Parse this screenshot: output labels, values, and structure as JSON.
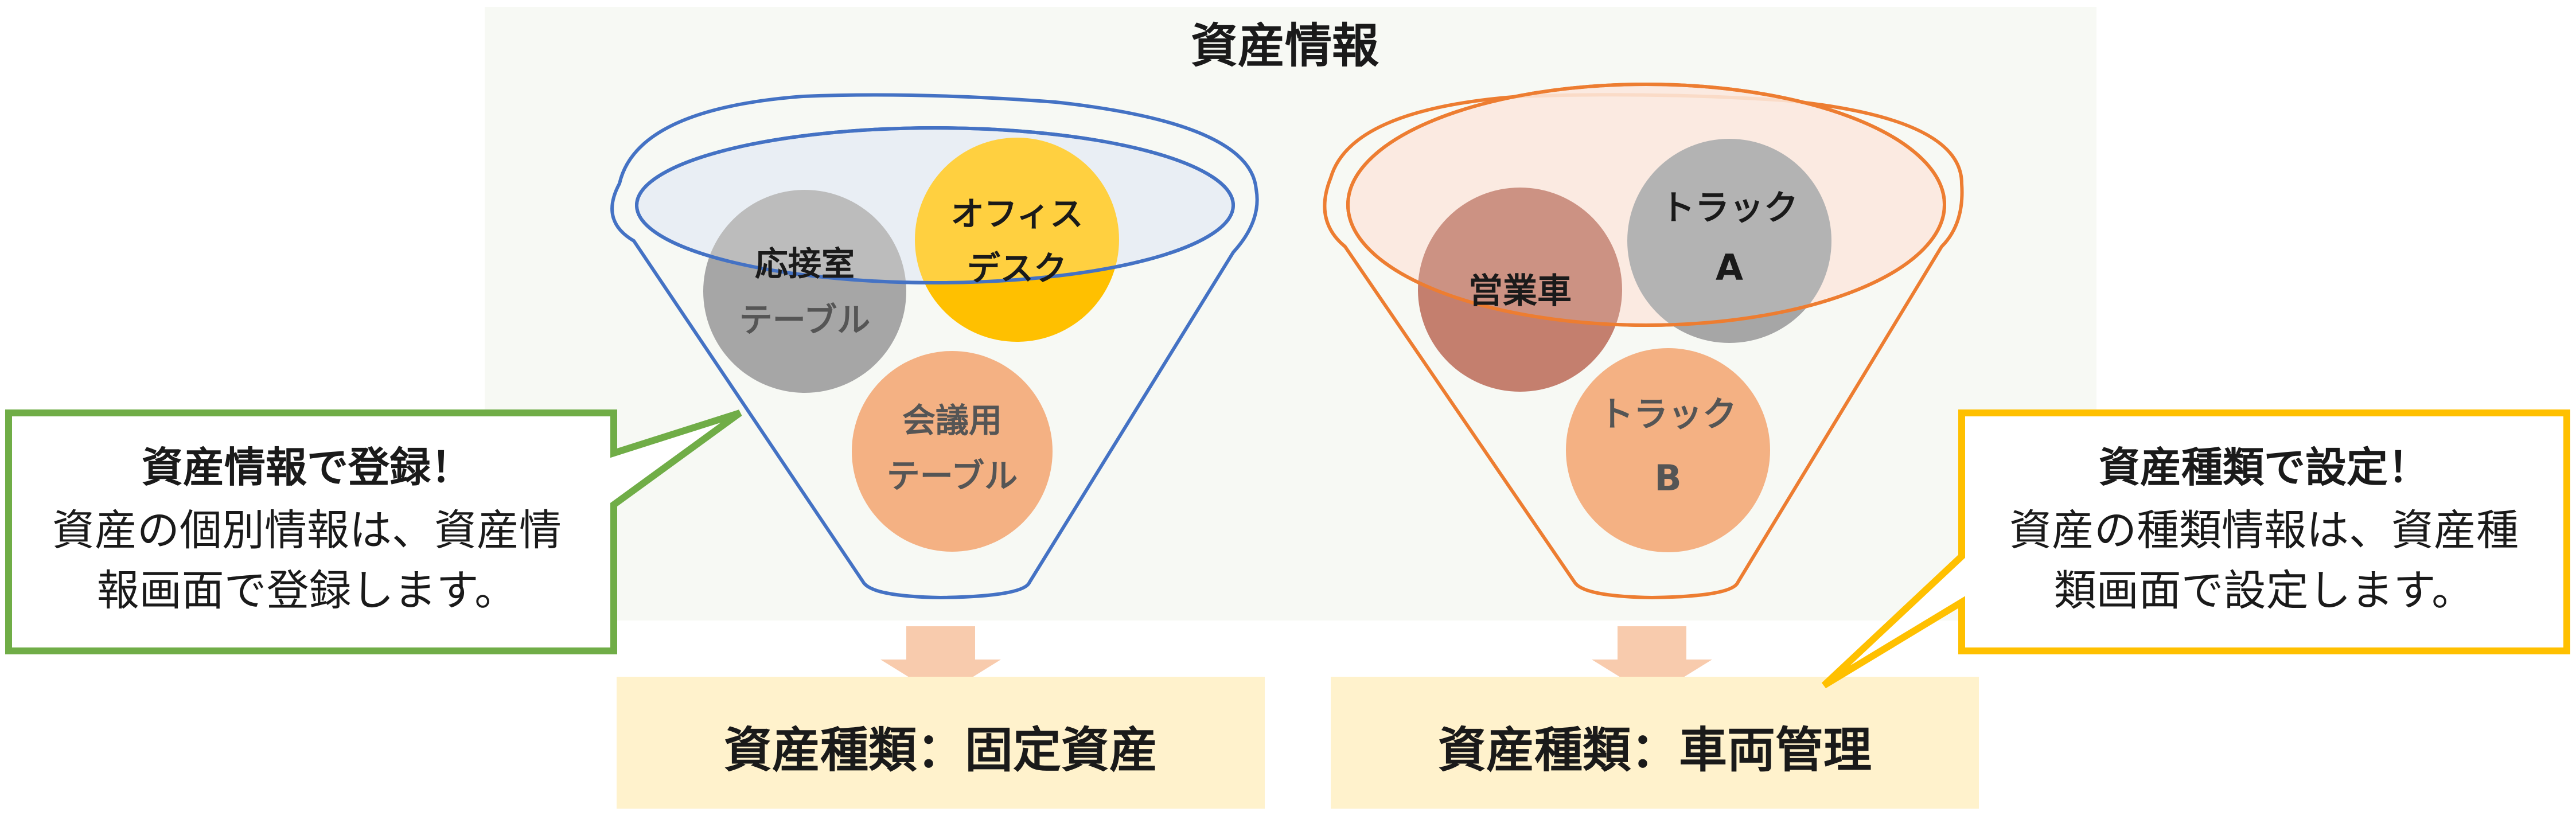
{
  "title": "資産情報",
  "colors": {
    "panel_bg": "#F7F9F4",
    "blue": "#4472C4",
    "blue_fill": "#DEE6F0",
    "orange": "#ED7D31",
    "orange_fill": "#FBE4D7",
    "gray_circle": "#A6A6A6",
    "gold_circle": "#FFC000",
    "peach_circle": "#F4B183",
    "brown_circle": "#C47F6E",
    "green": "#70AD47",
    "yellow": "#FFC000",
    "arrow": "#F8CBAD",
    "result_bg": "#FFF2CC"
  },
  "left_funnel": {
    "items": [
      {
        "line1": "応接室",
        "line2": "テーブル"
      },
      {
        "line1": "オフィス",
        "line2": "デスク"
      },
      {
        "line1": "会議用",
        "line2": "テーブル"
      }
    ],
    "result": "資産種類：固定資産"
  },
  "right_funnel": {
    "items": [
      {
        "line1": "営業車"
      },
      {
        "line1": "トラック",
        "line2": "A"
      },
      {
        "line1": "トラック",
        "line2": "B"
      }
    ],
    "result": "資産種類：車両管理"
  },
  "callout_left": {
    "heading": "資産情報で登録！",
    "line1": "資産の個別情報は、資産情",
    "line2": "報画面で登録します。"
  },
  "callout_right": {
    "heading": "資産種類で設定！",
    "line1": "資産の種類情報は、資産種",
    "line2": "類画面で設定します。"
  }
}
